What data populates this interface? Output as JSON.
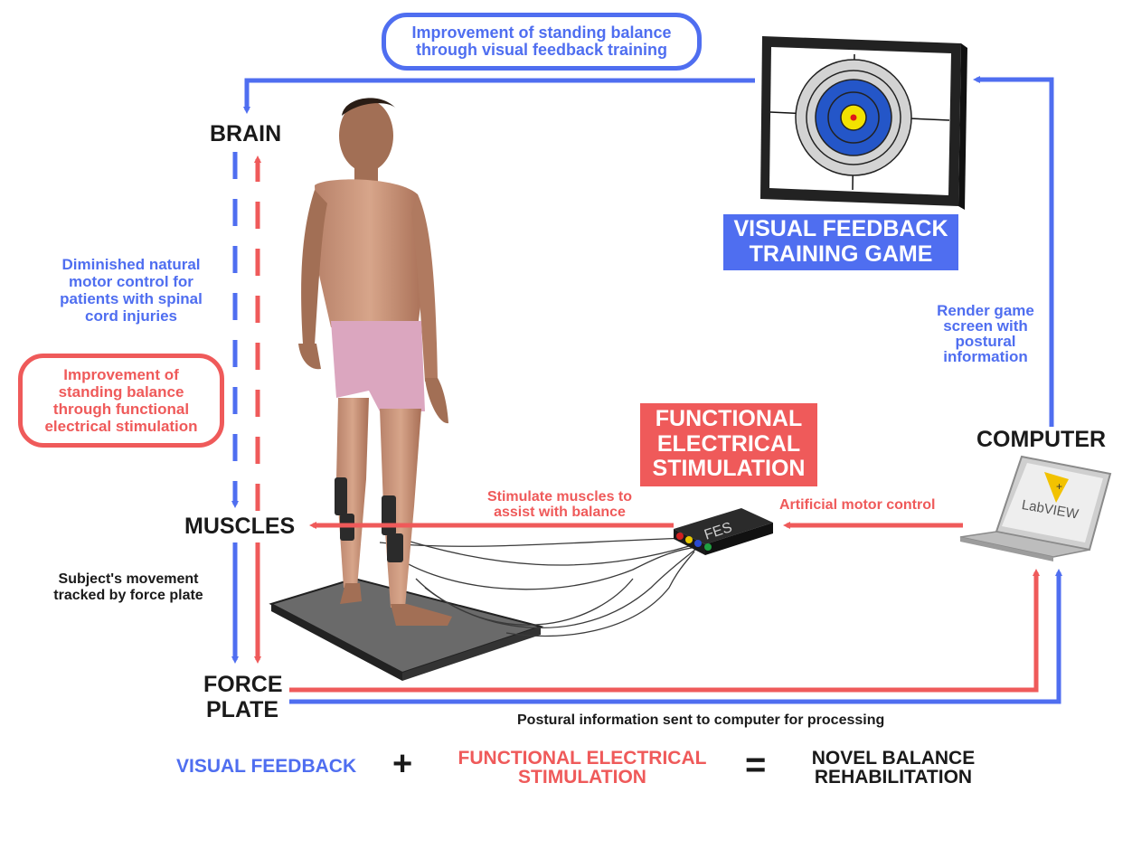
{
  "colors": {
    "blue": "#4f6ef0",
    "red": "#ef5a5a",
    "dark": "#1a1a1a"
  },
  "nodes": {
    "brain": "BRAIN",
    "muscles": "MUSCLES",
    "force_plate_line1": "FORCE",
    "force_plate_line2": "PLATE",
    "computer": "COMPUTER"
  },
  "boxes": {
    "vf_game_line1": "VISUAL FEEDBACK",
    "vf_game_line2": "TRAINING GAME",
    "fes_line1": "FUNCTIONAL",
    "fes_line2": "ELECTRICAL",
    "fes_line3": "STIMULATION"
  },
  "callouts": {
    "vf_improvement_line1": "Improvement of standing balance",
    "vf_improvement_line2": "through visual feedback training",
    "fes_improvement_line1": "Improvement of",
    "fes_improvement_line2": "standing balance",
    "fes_improvement_line3": "through functional",
    "fes_improvement_line4": "electrical stimulation"
  },
  "annotations": {
    "diminished_line1": "Diminished natural",
    "diminished_line2": "motor control for",
    "diminished_line3": "patients with spinal",
    "diminished_line4": "cord injuries",
    "movement_line1": "Subject's movement",
    "movement_line2": "tracked by force plate",
    "render_line1": "Render game",
    "render_line2": "screen with",
    "render_line3": "postural",
    "render_line4": "information",
    "stimulate_line1": "Stimulate muscles to",
    "stimulate_line2": "assist with balance",
    "artificial": "Artificial motor control",
    "postural": "Postural information sent to computer for processing"
  },
  "device_labels": {
    "fes_device": "FES",
    "software": "LabVIEW"
  },
  "equation": {
    "term1": "VISUAL FEEDBACK",
    "plus": "+",
    "term2_line1": "FUNCTIONAL ELECTRICAL",
    "term2_line2": "STIMULATION",
    "equals": "=",
    "result_line1": "NOVEL BALANCE",
    "result_line2": "REHABILITATION"
  }
}
